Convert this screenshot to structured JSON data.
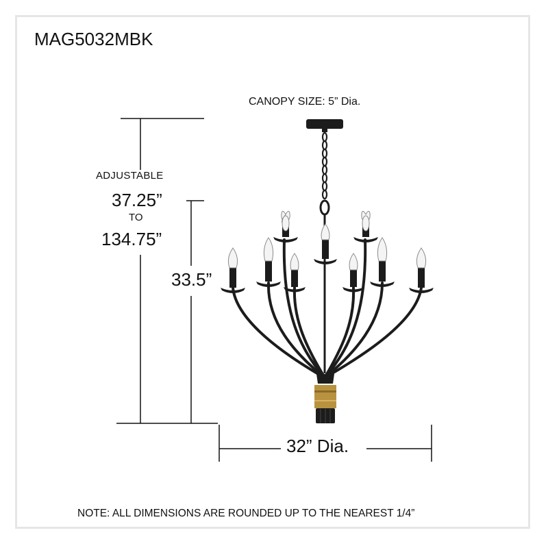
{
  "model": "MAG5032MBK",
  "canopy": "CANOPY SIZE: 5” Dia.",
  "height": {
    "adjustable_label": "ADJUSTABLE",
    "min": "37.25”",
    "to_label": "TO",
    "max": "134.75”"
  },
  "body_height": "33.5”",
  "diameter": "32” Dia.",
  "note": "NOTE: ALL DIMENSIONS ARE ROUNDED UP TO THE NEAREST 1/4”",
  "colors": {
    "fixture_finish": "#1c1c1c",
    "accent_band": "#b9923f"
  }
}
